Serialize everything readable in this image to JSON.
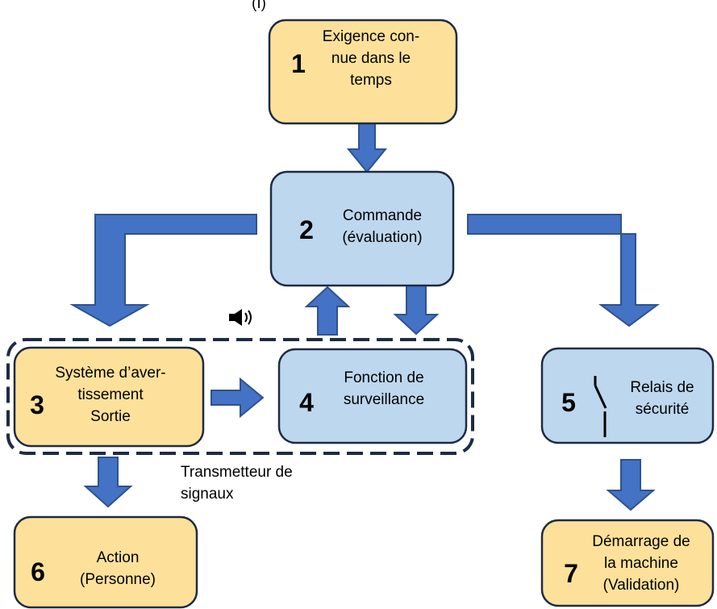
{
  "colors": {
    "yellow_fill": "#fde19a",
    "blue_fill": "#bdd7ee",
    "stroke": "#1f2a44",
    "arrow_fill": "#4472c4",
    "arrow_stroke": "#2f528f"
  },
  "header_fragment": "(I)",
  "nodes": [
    {
      "id": "1",
      "number": "1",
      "lines": [
        "Exigence con-",
        "nue dans le",
        "temps"
      ],
      "fill": "yellow"
    },
    {
      "id": "2",
      "number": "2",
      "lines": [
        "Commande",
        "(évaluation)"
      ],
      "fill": "blue"
    },
    {
      "id": "3",
      "number": "3",
      "lines": [
        "Système d’aver-",
        "tissement",
        "Sortie"
      ],
      "fill": "yellow"
    },
    {
      "id": "4",
      "number": "4",
      "lines": [
        "Fonction de",
        "surveillance"
      ],
      "fill": "blue"
    },
    {
      "id": "5",
      "number": "5",
      "lines": [
        "Relais de",
        "sécurité"
      ],
      "fill": "blue",
      "icon": "switch-contact-icon"
    },
    {
      "id": "6",
      "number": "6",
      "lines": [
        "Action",
        "(Personne)"
      ],
      "fill": "yellow"
    },
    {
      "id": "7",
      "number": "7",
      "lines": [
        "Démarrage de",
        "la machine",
        "(Validation)"
      ],
      "fill": "yellow"
    }
  ],
  "group": {
    "label_lines": [
      "Transmetteur de",
      "signaux"
    ],
    "members": [
      "3",
      "4"
    ],
    "icon": "speaker-icon"
  },
  "edges": [
    {
      "from": "1",
      "to": "2"
    },
    {
      "from": "2",
      "to": "3"
    },
    {
      "from": "2",
      "to": "5"
    },
    {
      "from": "4",
      "to": "2"
    },
    {
      "from": "2",
      "to": "4"
    },
    {
      "from": "3",
      "to": "4"
    },
    {
      "from": "3",
      "to": "6"
    },
    {
      "from": "5",
      "to": "7"
    }
  ]
}
